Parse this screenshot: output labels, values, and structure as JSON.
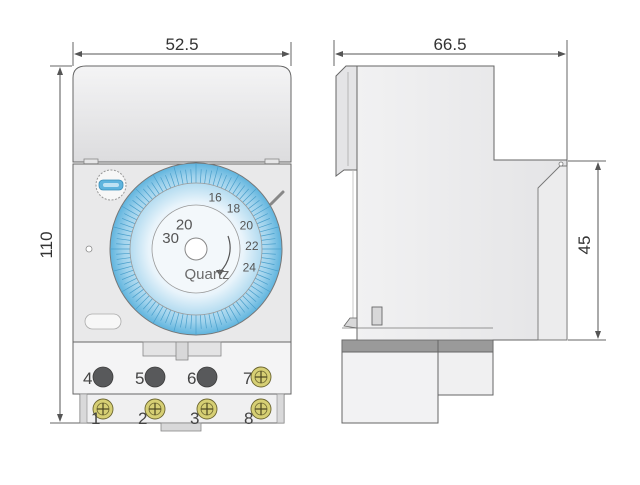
{
  "dimensions": {
    "front_width": "52.5",
    "front_height": "110",
    "side_depth": "66.5",
    "side_step": "45"
  },
  "terminals": {
    "top": [
      "4",
      "5",
      "6",
      "7"
    ],
    "bottom": [
      "1",
      "2",
      "3",
      "8"
    ]
  },
  "dial": {
    "brand": "Quartz",
    "outer_numbers": [
      "16",
      "18",
      "20",
      "22",
      "24"
    ],
    "inner_numbers": [
      "30",
      "20"
    ]
  },
  "colors": {
    "line": "#555555",
    "dial_blue": "#5fb4de",
    "panel": "#e9e9ea",
    "terminal_dark": "#58595b",
    "terminal_brass": "#d6cf74",
    "dark_band": "#9a9a9a"
  },
  "icons": {
    "dial_arrow": "clockwise-arrow-icon",
    "screw": "screw-terminal-icon",
    "switch": "mode-switch-icon"
  }
}
